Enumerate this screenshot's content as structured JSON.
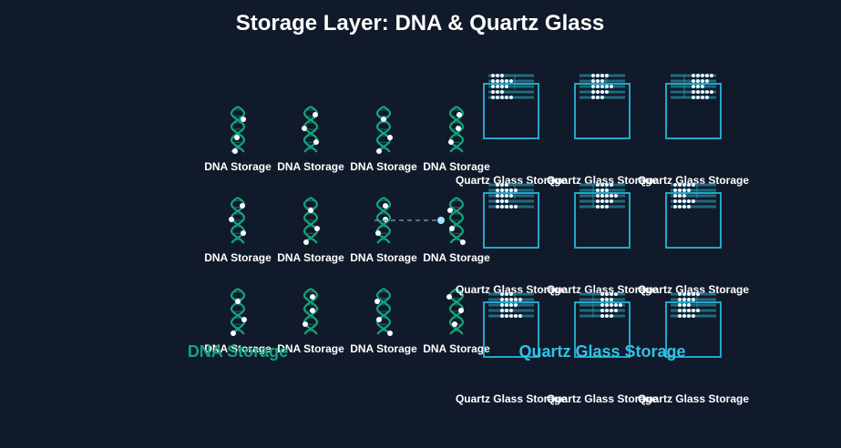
{
  "title": "Storage Layer: DNA & Quartz Glass",
  "colors": {
    "background": "#111a2a",
    "title": "#ffffff",
    "dna_strand": "#14a37f",
    "dna_bead": "#ffffff",
    "dna_group_label": "#14a37f",
    "glass_border": "#22a7c9",
    "glass_line": "#1f6b7e",
    "glass_dot": "#e8f6ff",
    "glass_group_label": "#2fc3e6",
    "link_line": "#7d8799",
    "link_dot": "#9fe6ff",
    "node_label": "#ffffff"
  },
  "dna": {
    "group_label": "DNA Storage",
    "node_label": "DNA Storage",
    "rows": 3,
    "cols": 4
  },
  "glass": {
    "group_label": "Quartz Glass Storage",
    "node_label": "Quartz Glass Storage",
    "rows": 3,
    "cols": 3
  },
  "icons": {
    "dna": "dna-helix-icon",
    "glass": "glass-platter-icon"
  }
}
